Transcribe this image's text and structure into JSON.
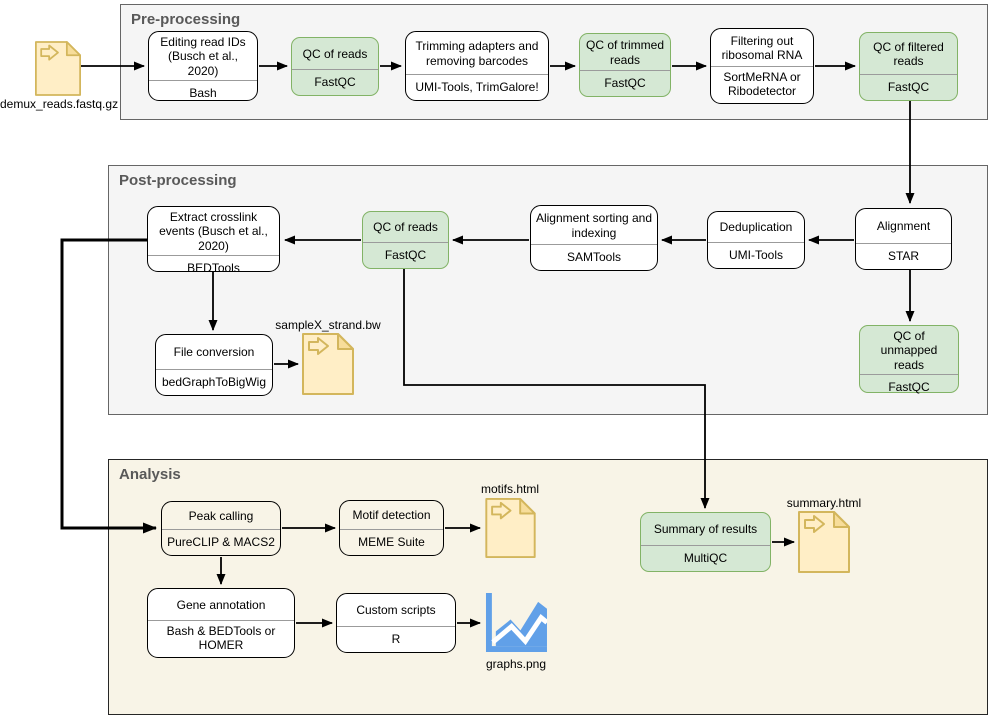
{
  "containers": {
    "pre": {
      "title": "Pre-processing"
    },
    "post": {
      "title": "Post-processing"
    },
    "analysis": {
      "title": "Analysis"
    }
  },
  "nodes": {
    "edit_ids": {
      "title": "Editing read IDs (Busch et al., 2020)",
      "tool": "Bash"
    },
    "qc_reads_pre": {
      "title": "QC of reads",
      "tool": "FastQC"
    },
    "trimming": {
      "title": "Trimming adapters and removing barcodes",
      "tool": "UMI-Tools, TrimGalore!"
    },
    "qc_trimmed": {
      "title": "QC of trimmed reads",
      "tool": "FastQC"
    },
    "filtering": {
      "title": "Filtering out ribosomal RNA",
      "tool": "SortMeRNA or Ribodetector"
    },
    "qc_filtered": {
      "title": "QC of filtered reads",
      "tool": "FastQC"
    },
    "extract": {
      "title": "Extract crosslink events (Busch et al., 2020)",
      "tool": "BEDTools"
    },
    "qc_reads_post": {
      "title": "QC of reads",
      "tool": "FastQC"
    },
    "sorting": {
      "title": "Alignment sorting and indexing",
      "tool": "SAMTools"
    },
    "dedup": {
      "title": "Deduplication",
      "tool": "UMI-Tools"
    },
    "alignment": {
      "title": "Alignment",
      "tool": "STAR"
    },
    "qc_unmapped": {
      "title": "QC of unmapped reads",
      "tool": "FastQC"
    },
    "file_conv": {
      "title": "File conversion",
      "tool": "bedGraphToBigWig"
    },
    "peak": {
      "title": "Peak calling",
      "tool": "PureCLIP & MACS2"
    },
    "motif": {
      "title": "Motif detection",
      "tool": "MEME Suite"
    },
    "gene": {
      "title": "Gene annotation",
      "tool": "Bash & BEDTools or HOMER"
    },
    "custom": {
      "title": "Custom scripts",
      "tool": "R"
    },
    "summary": {
      "title": "Summary of results",
      "tool": "MultiQC"
    }
  },
  "files": {
    "demux": {
      "label": "demux_reads.fastq.gz"
    },
    "bigwig": {
      "label": "sampleX_strand.bw"
    },
    "motifs": {
      "label": "motifs.html"
    },
    "summary": {
      "label": "summary.html"
    },
    "graphs": {
      "label": "graphs.png"
    }
  },
  "colors": {
    "qc_box_fill": "#d5e8d4",
    "qc_box_border": "#82b366",
    "container_gray_fill": "#f5f5f5",
    "container_gray_border": "#666666",
    "container_beige_fill": "#f8f4e7",
    "file_fill": "#ffeec6",
    "file_border": "#d3b65c",
    "chart_icon_blue": "#61a0e8",
    "edge": "#000000",
    "section_title": "#595959"
  }
}
